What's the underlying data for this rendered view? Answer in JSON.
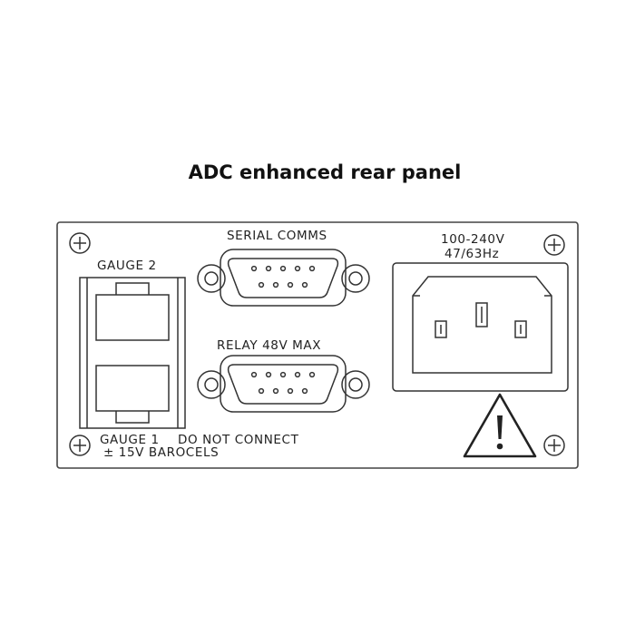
{
  "title": "ADC enhanced rear panel",
  "labels": {
    "gauge2": "GAUGE 2",
    "serial": "SERIAL COMMS",
    "relay": "RELAY 48V MAX",
    "gauge1": "GAUGE 1",
    "dnc": "DO NOT CONNECT",
    "barocels": "± 15V BAROCELS",
    "voltage": "100-240V",
    "freq": "47/63Hz"
  },
  "icons": [
    "screw-icon",
    "db9-connector-icon",
    "iec-power-inlet-icon",
    "warning-triangle-icon",
    "rj-socket-icon"
  ]
}
